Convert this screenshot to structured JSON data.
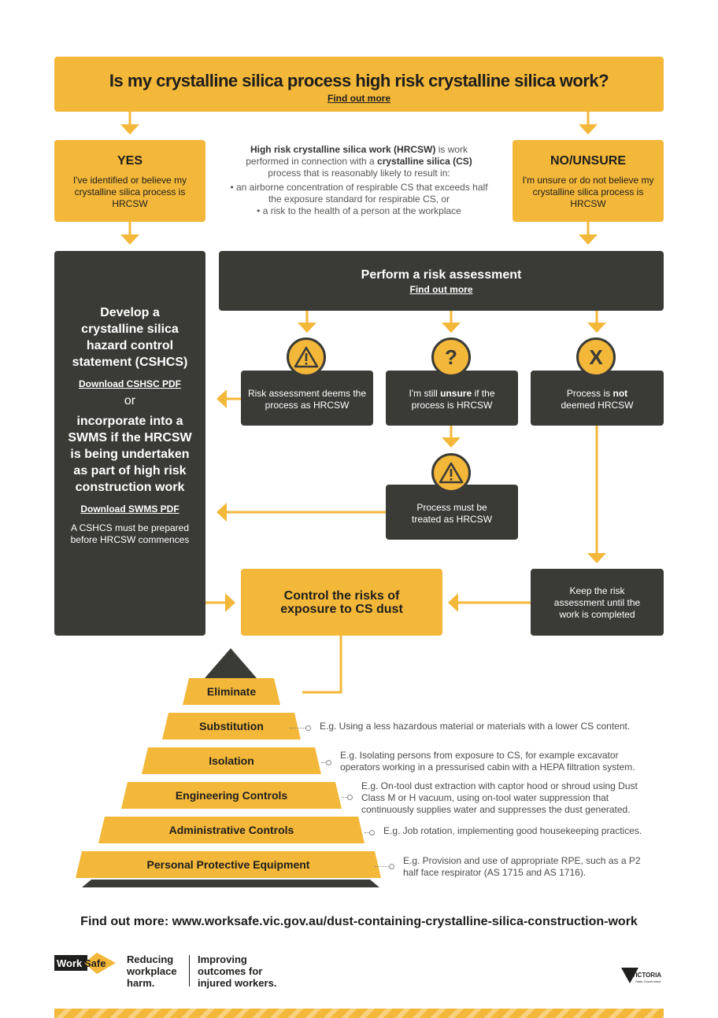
{
  "header": {
    "title": "Is my crystalline silica process high risk crystalline silica work?",
    "link": "Find out more"
  },
  "yes_box": {
    "title": "YES",
    "text": "I've identified or believe my crystalline silica process is HRCSW"
  },
  "no_box": {
    "title": "NO/UNSURE",
    "text": "I'm unsure or do not believe my crystalline silica process is HRCSW"
  },
  "definition": {
    "term": "High risk crystalline silica work (HRCSW)",
    "line1_rest": " is work",
    "line2_start": "performed in connection with a ",
    "line2_bold": "crystalline silica (CS)",
    "line3": "process that is reasonably likely to result in:",
    "bullet1": "• an airborne concentration of respirable CS that exceeds half the exposure standard for respirable CS, or",
    "bullet2": "• a risk to the health of a person at the workplace"
  },
  "risk_assessment": {
    "title": "Perform a risk assessment",
    "link": "Find out more"
  },
  "left_panel": {
    "heading1": "Develop a crystalline silica hazard control statement (CSHCS)",
    "link1": "Download CSHSC PDF",
    "or": "or",
    "heading2": "incorporate into a SWMS if the HRCSW is being undertaken as part of high risk construction work",
    "link2": "Download SWMS PDF",
    "note": "A CSHCS must be prepared before HRCSW commences"
  },
  "outcomes": {
    "deems": "Risk assessment deems the process as HRCSW",
    "unsure_pre": "I'm still ",
    "unsure_bold": "unsure",
    "unsure_post": " if the process is HRCSW",
    "not_pre": "Process is ",
    "not_bold": "not",
    "not_post": " deemed HRCSW",
    "treated": "Process must be treated as HRCSW",
    "keep": "Keep the risk assessment until the work is completed"
  },
  "icons": {
    "warning": "warning-triangle-icon",
    "question": "?",
    "cross": "X"
  },
  "control": {
    "title": "Control the risks of exposure to CS dust"
  },
  "hierarchy": {
    "levels": [
      {
        "label": "Eliminate",
        "example": ""
      },
      {
        "label": "Substitution",
        "example": "E.g. Using a less hazardous material or materials with a lower CS content."
      },
      {
        "label": "Isolation",
        "example": "E.g. Isolating persons from exposure to CS, for example excavator operators working in a pressurised cabin with a HEPA filtration system."
      },
      {
        "label": "Engineering Controls",
        "example": "E.g. On-tool dust extraction with captor hood or shroud using Dust Class M or H vacuum, using on-tool water suppression that continuously supplies water and suppresses the dust generated."
      },
      {
        "label": "Administrative Controls",
        "example": "E.g. Job rotation, implementing good housekeeping practices."
      },
      {
        "label": "Personal Protective Equipment",
        "example": "E.g. Provision and use of appropriate RPE, such as a P2 half face respirator (AS 1715 and AS 1716)."
      }
    ]
  },
  "footer": {
    "find_out": "Find out more: www.worksafe.vic.gov.au/dust-containing-crystalline-silica-construction-work",
    "logo_work": "Work",
    "logo_safe": "Safe",
    "slogan1": "Reducing workplace harm.",
    "slogan2": "Improving outcomes for injured workers.",
    "vic_logo": "VICTORIA",
    "vic_sub": "State Government"
  },
  "colors": {
    "yellow": "#f3b73a",
    "dark": "#3a3a37"
  }
}
